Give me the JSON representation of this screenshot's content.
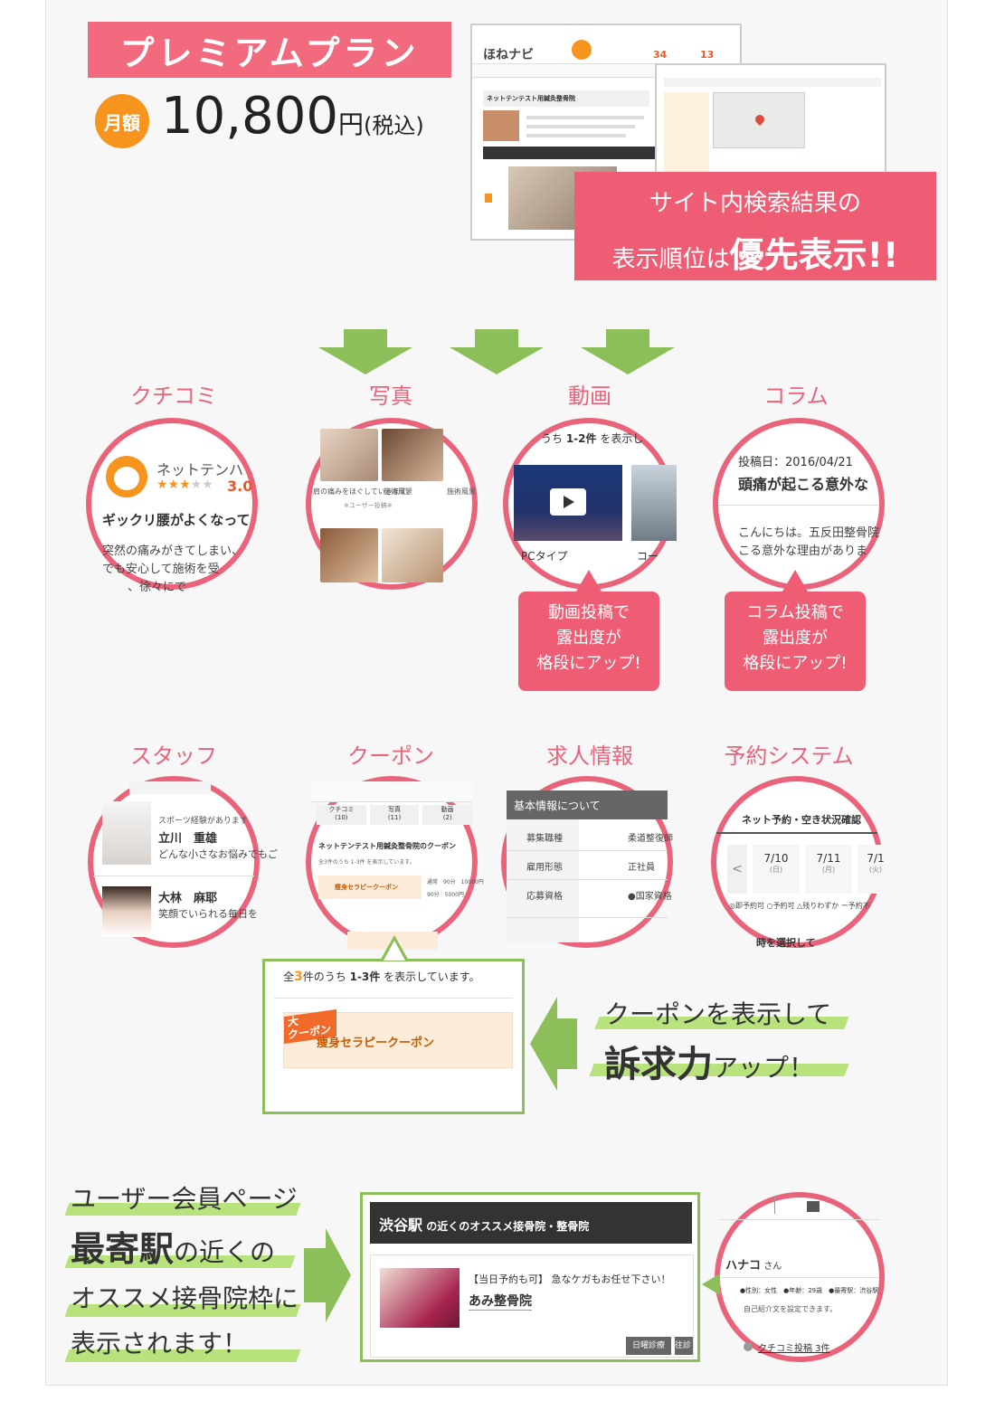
{
  "plan": {
    "title": "プレミアムプラン",
    "badge": "月額",
    "price": "10,800",
    "yen": "円",
    "tax": "(税込)"
  },
  "screenshot": {
    "site_name": "ほねナビ",
    "clinic_name": "ネットテンテスト用鍼灸整骨院",
    "count1": "34",
    "count2": "13"
  },
  "promo": {
    "line1": "サイト内検索結果の",
    "line2_prefix": "表示順位は",
    "line2_emph": "優先表示!!"
  },
  "features_row1": [
    {
      "label": "クチコミ"
    },
    {
      "label": "写真"
    },
    {
      "label": "動画"
    },
    {
      "label": "コラム"
    }
  ],
  "features_row2": [
    {
      "label": "スタッフ"
    },
    {
      "label": "クーポン"
    },
    {
      "label": "求人情報"
    },
    {
      "label": "予約システム"
    }
  ],
  "review": {
    "name": "ネットテンハ",
    "rating": "3.0",
    "title": "ギックリ腰がよくなって",
    "line1": "突然の痛みがきてしまい、",
    "line2": "でも安心して施術を受",
    "line3": "、徐々にで"
  },
  "photo": {
    "caption1": "肩の痛みをほぐしていきます。",
    "caption2": "施術風景",
    "caption3": "施術風景",
    "note": "※ユーザー投稿※"
  },
  "video": {
    "header_prefix": "うち ",
    "header_count": "1-2件",
    "header_suffix": " を表示し",
    "cap1": "PCタイプ",
    "cap2": "コー"
  },
  "column": {
    "date": "投稿日：2016/04/21",
    "title": "頭痛が起こる意外な",
    "line1": "こんにちは。五反田整骨院",
    "line2": "こる意外な理由がありま"
  },
  "callout_video": [
    "動画投稿で",
    "露出度が",
    "格段にアップ!"
  ],
  "callout_column": [
    "コラム投稿で",
    "露出度が",
    "格段にアップ!"
  ],
  "staff": {
    "s1_note": "スポーツ経験があります",
    "s1_name": "立川　重雄",
    "s1_text": "どんな小さなお悩みでもご",
    "s2_name": "大林　麻耶",
    "s2_text": "笑顔でいられる毎日を"
  },
  "coupon_circle": {
    "tabs": [
      "クチコミ",
      "写真",
      "動画"
    ],
    "tab_counts": [
      "(10)",
      "(11)",
      "(2)"
    ],
    "title": "ネットテンテスト用鍼灸整骨院のクーポン",
    "count": "全3件のうち 1-3件 を表示しています。",
    "coupon": "痩身セラピークーポン",
    "price1": "通常　90分　10000円",
    "price2": "90分　5000円"
  },
  "job": {
    "header": "基本情報について",
    "rows": [
      {
        "k": "募集職種",
        "v": "柔道整復師"
      },
      {
        "k": "雇用形態",
        "v": "正社員"
      },
      {
        "k": "応募資格",
        "v": "●国家資格"
      }
    ]
  },
  "reserve": {
    "title": "ネット予約・空き状況確認",
    "days": [
      {
        "date": "7/10",
        "dow": "(日)"
      },
      {
        "date": "7/11",
        "dow": "(月)"
      },
      {
        "date": "7/1",
        "dow": "(火)"
      }
    ],
    "legend": "◎即予約可 ○予約可 △残りわずか ー予約不",
    "bottom": "時を選択して"
  },
  "coupon_zoom": {
    "prefix": "全",
    "num": "3",
    "suffix": "件のうち ",
    "range": "1-3件",
    "tail": " を表示しています。",
    "tag": "クーポン",
    "tag2": "大",
    "name": "痩身セラピークーポン"
  },
  "coupon_pitch": {
    "line1": "クーポンを表示して",
    "emph": "訴求力",
    "line2_suffix": "アップ！"
  },
  "member": {
    "line1": "ユーザー会員ページ",
    "emph": "最寄駅",
    "line2_suffix": "の近くの",
    "line3": "オススメ接骨院枠に",
    "line4": "表示されます！"
  },
  "station_box": {
    "station": "渋谷駅",
    "header_suffix": " の近くのオススメ接骨院・整骨院",
    "promo": "【当日予約も可】 急なケガもお任せ下さい！",
    "clinic": "あみ整骨院",
    "btn1": "日曜診療",
    "btn2": "往診"
  },
  "profile": {
    "name": "ハナコ",
    "suffix": " さん",
    "info": "●性別：女性　●年齢：29歳　●最寄駅：渋谷駅",
    "intro": "自己紹介文を設定できます。",
    "review_link": "クチコミ投稿 3件"
  },
  "colors": {
    "pink": "#f16a7d",
    "ring": "#e9647a",
    "orange": "#f7941d",
    "green": "#8cbf5a",
    "green_highlight": "#b7e27c"
  }
}
